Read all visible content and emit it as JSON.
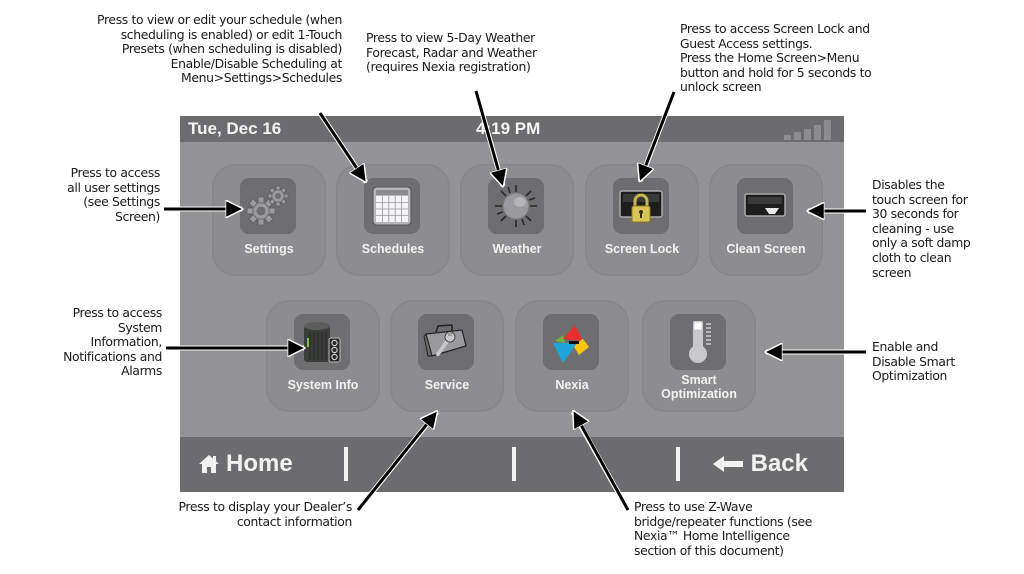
{
  "status_bar": {
    "date": "Tue, Dec 16",
    "time": "4:19 PM",
    "signal_bars": 5,
    "signal_icon": "signal-strength-icon"
  },
  "tiles": [
    {
      "label": "Settings",
      "icon": "gears-icon"
    },
    {
      "label": "Schedules",
      "icon": "calendar-icon"
    },
    {
      "label": "Weather",
      "icon": "sun-icon"
    },
    {
      "label": "Screen Lock",
      "icon": "padlock-icon"
    },
    {
      "label": "Clean Screen",
      "icon": "wipe-screen-icon"
    },
    {
      "label": "System Info",
      "icon": "hvac-unit-icon"
    },
    {
      "label": "Service",
      "icon": "toolbox-wrench-icon"
    },
    {
      "label": "Nexia",
      "icon": "nexia-logo-icon"
    },
    {
      "label": "Smart\nOptimization",
      "icon": "thermometer-icon"
    }
  ],
  "footer": {
    "home_label": "Home",
    "home_icon": "house-icon",
    "back_label": "Back",
    "back_icon": "left-arrow-icon"
  },
  "callouts": {
    "schedules": "Press to view or edit your schedule (when\nscheduling is enabled) or edit 1-Touch\nPresets (when scheduling is disabled)\nEnable/Disable Scheduling at\nMenu>Settings>Schedules",
    "weather": "Press to view 5-Day Weather\nForecast, Radar and Weather\n(requires Nexia registration)",
    "screen_lock": "Press to access Screen Lock and\nGuest Access settings.\nPress the Home Screen>Menu\nbutton and hold for 5 seconds to\nunlock screen",
    "settings": "Press to access\nall user settings\n(see Settings\nScreen)",
    "clean_screen": "Disables the\ntouch screen for\n30 seconds for\ncleaning - use\nonly a soft damp\ncloth to clean\nscreen",
    "system_info": "Press to access\nSystem\nInformation,\nNotifications and\nAlarms",
    "smart_optimization": "Enable and\nDisable Smart\nOptimization",
    "service": "Press to display your Dealer’s\ncontact information",
    "nexia": "Press to use Z-Wave\nbridge/repeater functions (see\nNexia™ Home Intelligence\nsection of this document)"
  }
}
